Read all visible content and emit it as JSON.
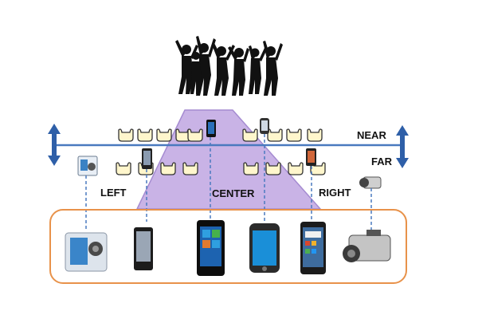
{
  "labels": {
    "near": "NEAR",
    "far": "FAR",
    "left": "LEFT",
    "center": "CENTER",
    "right": "RIGHT"
  },
  "colors": {
    "stage": "#c9b3e6",
    "stage_edge": "#a58bd1",
    "axis_line": "#4a7abf",
    "arrow": "#2e5fa8",
    "device_box": "#e8924a",
    "seat_fill": "#fff6cc",
    "seat_stroke": "#333333",
    "dancers": "#111111",
    "dashed_link": "#4a7abf"
  },
  "icons": {
    "crowd": "dancing-crowd-icon",
    "seat": "seat-icon",
    "small_camcorder": "small-camcorder-icon",
    "smartphone": "smartphone-icon",
    "video_camera": "video-camera-icon"
  },
  "devices": [
    {
      "name": "pocket-camcorder",
      "icon": "small-camcorder-icon"
    },
    {
      "name": "black-slider-phone",
      "icon": "smartphone-icon"
    },
    {
      "name": "windows-phone",
      "icon": "smartphone-icon"
    },
    {
      "name": "iphone",
      "icon": "smartphone-icon"
    },
    {
      "name": "android-phone",
      "icon": "smartphone-icon"
    },
    {
      "name": "hd-camcorder",
      "icon": "video-camera-icon"
    }
  ]
}
